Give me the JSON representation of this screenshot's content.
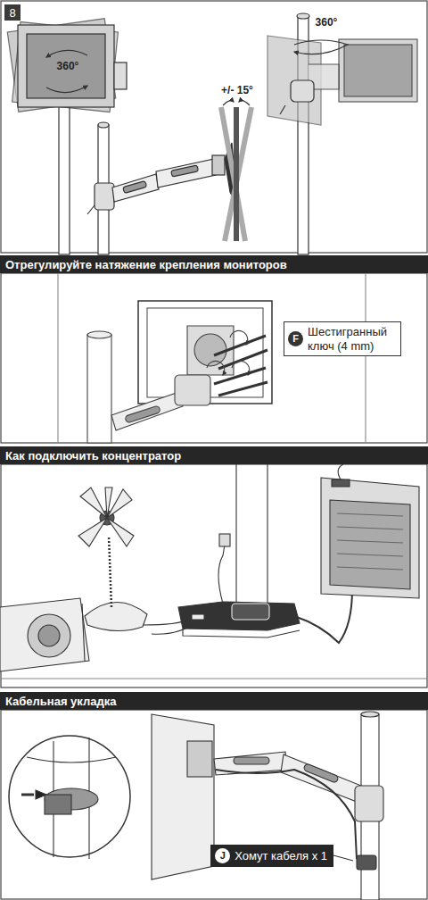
{
  "diagram": {
    "nodes": [
      {
        "text": [
          "8"
        ]
      },
      {
        "text": [
          "Отрегулируйте натяжение крепления мониторов"
        ]
      },
      {
        "text": [
          "Шестигранный ключ (4 mm)"
        ]
      },
      {
        "text": [
          "F"
        ],
        "in": 2
      },
      {
        "text": [
          "Как подключить концентратор"
        ]
      },
      {
        "text": [
          "Кабельная укладка"
        ]
      },
      {
        "text": [
          "Хомут кабеля x 1"
        ]
      },
      {
        "text": [
          "J"
        ],
        "in": 6
      }
    ],
    "edges": [],
    "labels": [
      "360°",
      "+/- 15°",
      "360°"
    ]
  }
}
